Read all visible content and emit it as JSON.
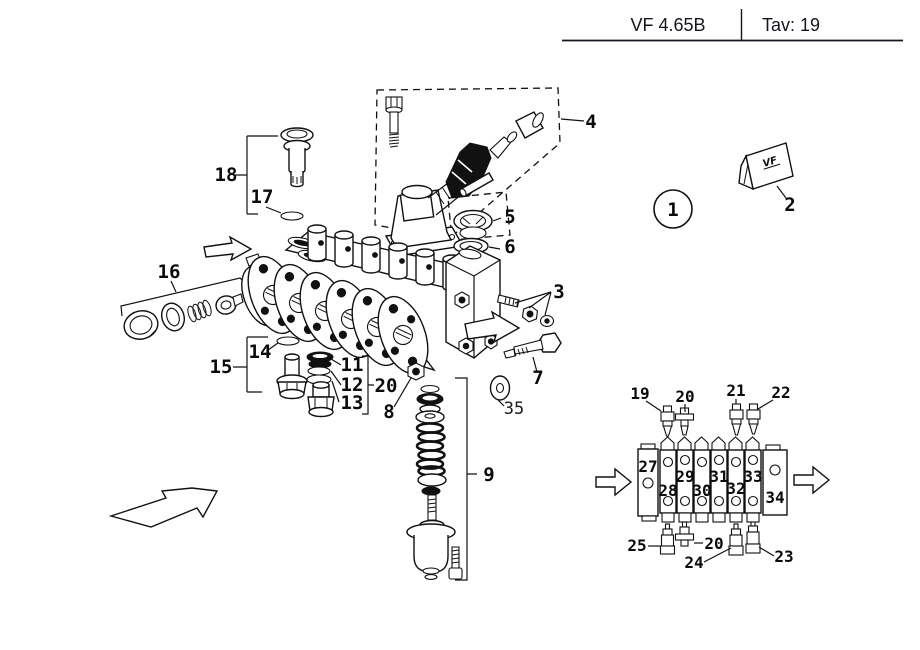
{
  "header": {
    "model": "VF 4.65B",
    "plate": "Tav: 19"
  },
  "vf_tag": {
    "text": "VF"
  },
  "callouts": {
    "c1": "1",
    "c2": "2",
    "c3": "3",
    "c4": "4",
    "c5": "5",
    "c6": "6",
    "c7": "7",
    "c8": "8",
    "c9": "9",
    "c11": "11",
    "c12": "12",
    "c13": "13",
    "c14": "14",
    "c15": "15",
    "c16": "16",
    "c17": "17",
    "c18": "18",
    "c20": "20",
    "c35": "35"
  },
  "schematic": {
    "sections": [
      "27",
      "28",
      "29",
      "30",
      "31",
      "32",
      "33",
      "34"
    ],
    "top_fittings": [
      "19",
      "20",
      "21",
      "22"
    ],
    "bottom_fittings": [
      "25",
      "20",
      "24",
      "23"
    ]
  }
}
